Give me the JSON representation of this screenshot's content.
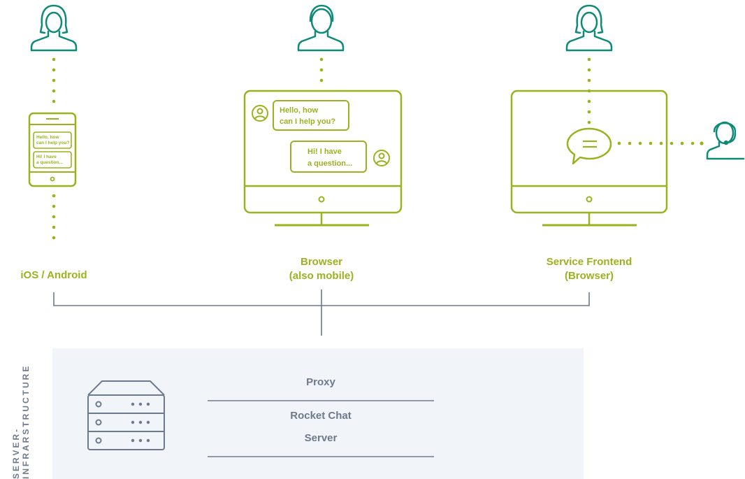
{
  "clients": {
    "mobile": {
      "label": "iOS / Android",
      "bubble_agent": [
        "Hello, how",
        "can I help you?"
      ],
      "bubble_user": [
        "Hi! I have",
        "a question..."
      ]
    },
    "browser": {
      "label_line1": "Browser",
      "label_line2": "(also mobile)",
      "bubble_agent": [
        "Hello, how",
        "can I help you?"
      ],
      "bubble_user": [
        "Hi! I have",
        "a question..."
      ]
    },
    "service": {
      "label_line1": "Service Frontend",
      "label_line2": "(Browser)"
    }
  },
  "infrastructure": {
    "label_line1": "SERVER-",
    "label_line2": "INFRARSTRUCTURE",
    "proxy": "Proxy",
    "server_line1": "Rocket Chat",
    "server_line2": "Server"
  },
  "colors": {
    "lime": "#98b31e",
    "teal": "#0e8a78",
    "slate": "#6d7a8c",
    "panel": "#f1f4f8"
  }
}
